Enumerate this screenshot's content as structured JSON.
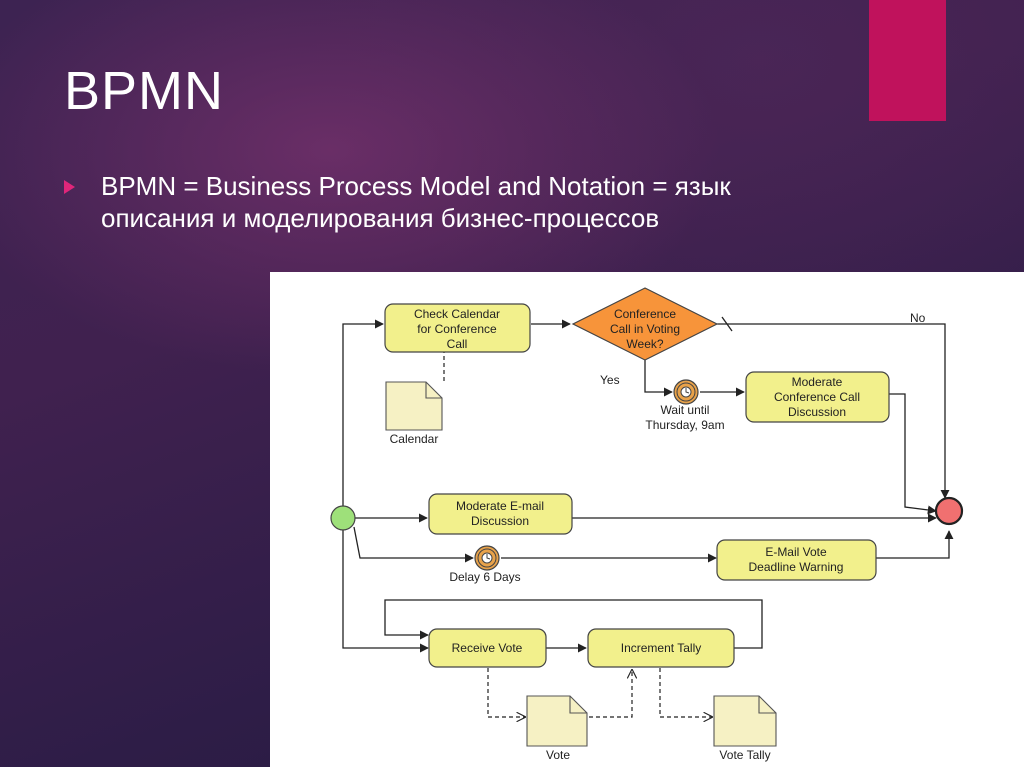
{
  "slide": {
    "title": "BPMN",
    "bullet": "BPMN = Business Process Model and Notation = язык описания и моделирования бизнес-процессов"
  },
  "colors": {
    "accent": "#c0125c",
    "bullet_marker": "#e0267a",
    "task_fill": "#f2f08c",
    "gateway_fill": "#f7943a",
    "start_event": "#9ee07a",
    "end_event": "#f07070",
    "timer_event": "#e8a24a"
  },
  "diagram": {
    "tasks": {
      "check_calendar": [
        "Check Calendar",
        "for Conference",
        "Call"
      ],
      "moderate_conf": [
        "Moderate",
        "Conference Call",
        "Discussion"
      ],
      "moderate_email": [
        "Moderate E-mail",
        "Discussion"
      ],
      "email_vote": [
        "E-Mail Vote",
        "Deadline Warning"
      ],
      "receive_vote": [
        "Receive Vote"
      ],
      "increment_tally": [
        "Increment Tally"
      ]
    },
    "gateway": [
      "Conference",
      "Call in Voting",
      "Week?"
    ],
    "flow_labels": {
      "yes": "Yes",
      "no": "No"
    },
    "timers": {
      "wait": [
        "Wait until",
        "Thursday, 9am"
      ],
      "delay": [
        "Delay 6 Days"
      ]
    },
    "data_objects": {
      "calendar": "Calendar",
      "vote": "Vote",
      "vote_tally": "Vote Tally"
    }
  }
}
